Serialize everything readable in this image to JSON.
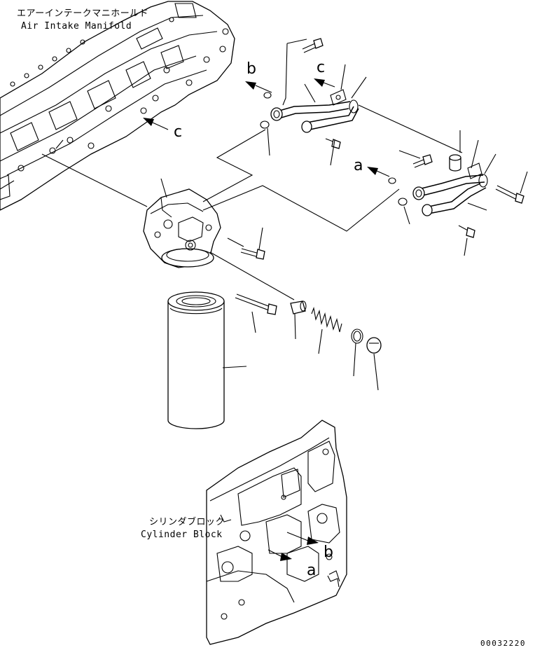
{
  "labels": {
    "air_intake_jp": "エアーインテークマニホールド",
    "air_intake_en": "Air Intake Manifold",
    "cylinder_block_jp": "シリンダブロック",
    "cylinder_block_en": "Cylinder Block"
  },
  "references": {
    "a_top": "a",
    "b_top": "b",
    "c_top": "c",
    "c_manifold": "c",
    "b_block": "b",
    "a_block": "a"
  },
  "document_number": "00032220"
}
